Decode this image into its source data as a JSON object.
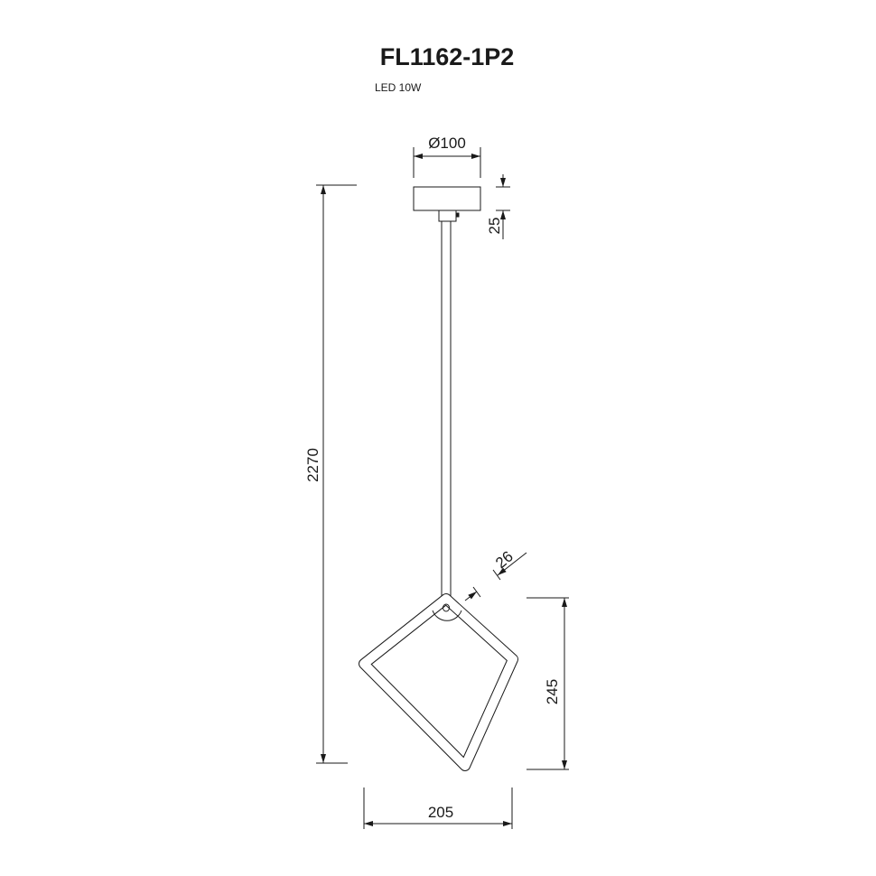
{
  "title": "FL1162-1P2",
  "subtitle": "LED 10W",
  "dimensions": {
    "canopy_diameter": "Ø100",
    "canopy_height": "25",
    "total_height": "2270",
    "frame_height": "245",
    "frame_width": "205",
    "frame_thickness": "26"
  },
  "colors": {
    "line": "#1a1a1a",
    "background": "#ffffff"
  }
}
